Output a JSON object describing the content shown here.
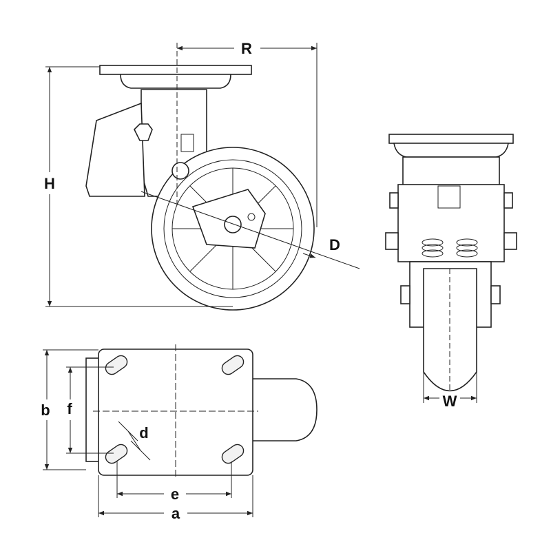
{
  "labels": {
    "R": "R",
    "H": "H",
    "D": "D",
    "W": "W",
    "b": "b",
    "f": "f",
    "d": "d",
    "e": "e",
    "a": "a"
  },
  "colors": {
    "line": "#222222",
    "background": "#ffffff"
  }
}
